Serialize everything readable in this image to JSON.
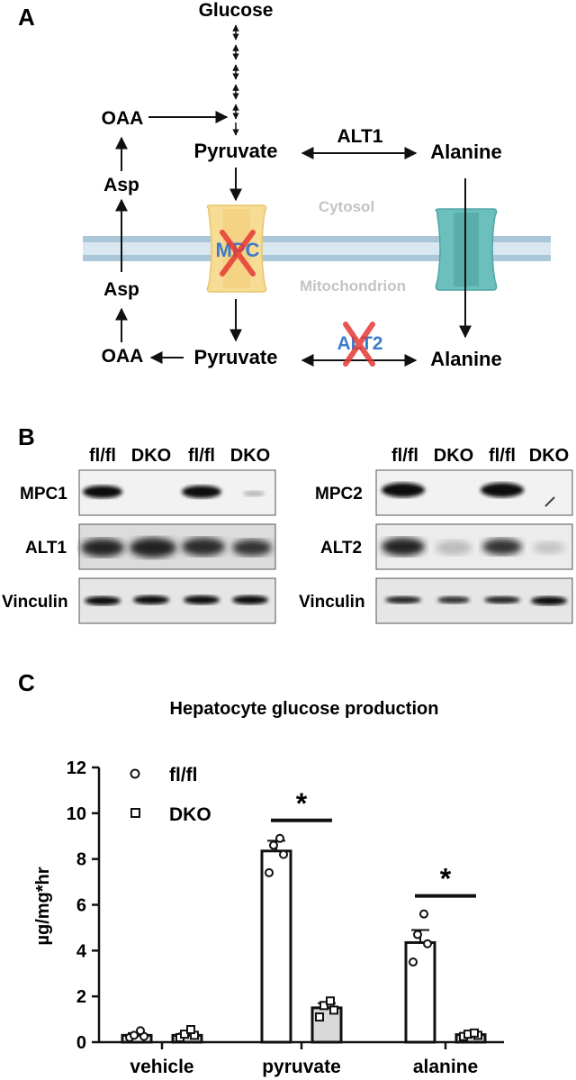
{
  "panel_a": {
    "letter": "A",
    "glucose": "Glucose",
    "pyruvate_cyto": "Pyruvate",
    "alanine_cyto": "Alanine",
    "alt1": "ALT1",
    "oaa_top": "OAA",
    "asp_top": "Asp",
    "asp_bottom": "Asp",
    "oaa_bottom": "OAA",
    "cytosol": "Cytosol",
    "mitochondrion": "Mitochondrion",
    "mpc": "MPC",
    "pyruvate_mito": "Pyruvate",
    "alt2": "ALT2",
    "alanine_mito": "Alanine",
    "colors": {
      "membrane": "#a9c7d8",
      "mpc": "#f7dc95",
      "transporter": "#6bbfbd",
      "cross": "#e53935",
      "enzyme_label": "#3d7cc9"
    }
  },
  "panel_b": {
    "letter": "B",
    "left_lanes": [
      "fl/fl",
      "DKO",
      "fl/fl",
      "DKO"
    ],
    "right_lanes": [
      "fl/fl",
      "DKO",
      "fl/fl",
      "DKO"
    ],
    "left_rows": [
      "MPC1",
      "ALT1",
      "Vinculin"
    ],
    "right_rows": [
      "MPC2",
      "ALT2",
      "Vinculin"
    ]
  },
  "panel_c": {
    "letter": "C",
    "chart_data": {
      "type": "bar",
      "title": "Hepatocyte glucose production",
      "ylabel": "µg/mg*hr",
      "xlabel": "",
      "ylim": [
        0,
        12
      ],
      "yticks": [
        "0",
        "2",
        "4",
        "6",
        "8",
        "10",
        "12"
      ],
      "categories": [
        "vehicle",
        "pyruvate",
        "alanine"
      ],
      "series": [
        {
          "name": "fl/fl",
          "values": [
            0.3,
            8.35,
            4.35
          ],
          "errors": [
            0.1,
            0.45,
            0.55
          ],
          "points": [
            [
              0.2,
              0.25,
              0.3,
              0.5
            ],
            [
              7.4,
              8.2,
              8.6,
              8.9
            ],
            [
              3.5,
              4.3,
              4.7,
              5.6
            ]
          ]
        },
        {
          "name": "DKO",
          "values": [
            0.3,
            1.5,
            0.33
          ],
          "errors": [
            0.08,
            0.2,
            0.05
          ],
          "points": [
            [
              0.2,
              0.3,
              0.35,
              0.55
            ],
            [
              1.1,
              1.4,
              1.6,
              1.8
            ],
            [
              0.25,
              0.3,
              0.35,
              0.4
            ]
          ]
        }
      ],
      "significance": [
        "",
        "*",
        "*"
      ],
      "legend_position": "top-left"
    }
  }
}
